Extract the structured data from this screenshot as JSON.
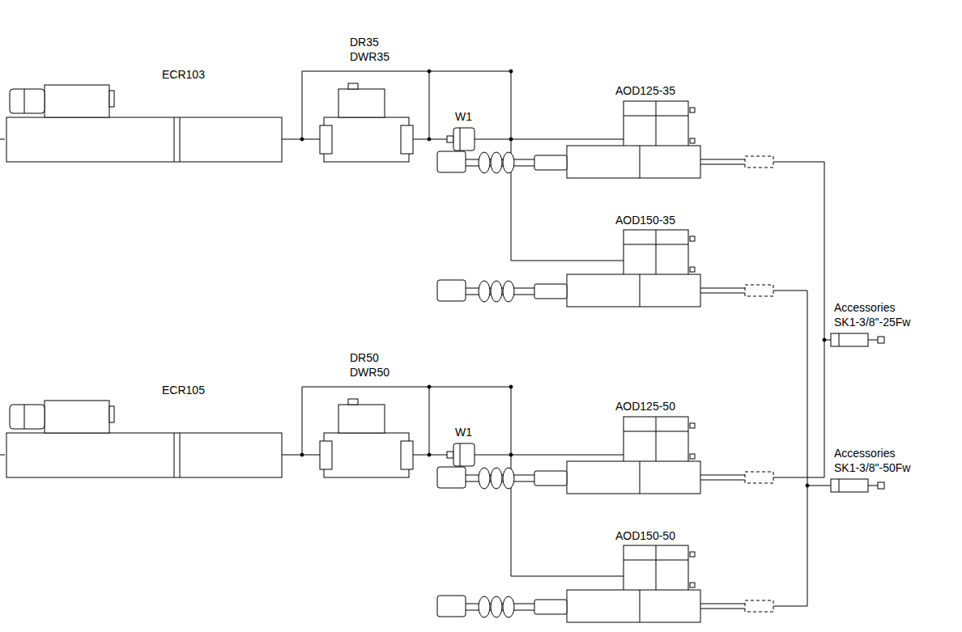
{
  "diagram": {
    "labels": [
      "DR35",
      "DWR35",
      "ECR103",
      "W1",
      "AOD125-35",
      "AOD150-35",
      "Accessories",
      "SK1-3/8\"-25Fw",
      "DR50",
      "DWR50",
      "ECR105",
      "W1",
      "AOD125-50",
      "Accessories",
      "SK1-3/8\"-50Fw",
      "AOD150-50"
    ]
  }
}
